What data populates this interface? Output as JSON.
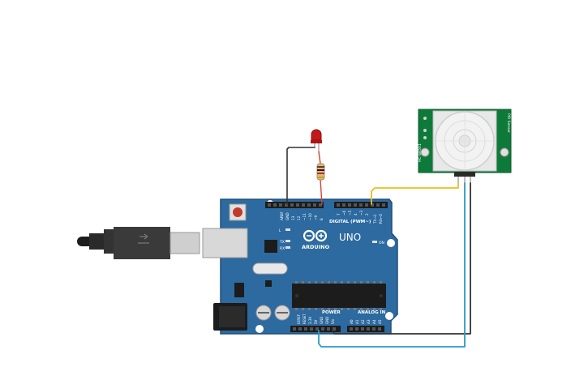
{
  "board": {
    "brand_text": "ARDUINO",
    "model_text": "UNO",
    "digital_label": "DIGITAL (PWM~)",
    "analog_label": "ANALOG IN",
    "power_label": "POWER",
    "on_label": "ON",
    "l_label": "L",
    "tx_label": "TX",
    "rx_label": "RX",
    "top_pins": [
      "AREF",
      "GND",
      "13",
      "12",
      "~11",
      "~10",
      "~9",
      "8",
      "7",
      "~6",
      "~5",
      "4",
      "~3",
      "2",
      "TX→1",
      "RX←0"
    ],
    "power_pins": [
      "IOREF",
      "RESET",
      "3.3V",
      "5V",
      "GND",
      "GND",
      "Vin"
    ],
    "analog_pins": [
      "A0",
      "A1",
      "A2",
      "A3",
      "A4",
      "A5"
    ]
  },
  "pir_sensor": {
    "side_text_left": "HC-SR501",
    "side_text_right": "PIR Sensor"
  },
  "colors": {
    "board": "#2d6aa0",
    "board_edge": "#1f4f7a",
    "wire_yellow": "#e8c020",
    "wire_dark": "#333333",
    "wire_blue": "#2a9bc7",
    "led": "#c21a1a",
    "pcb_green": "#0e7a3a"
  }
}
